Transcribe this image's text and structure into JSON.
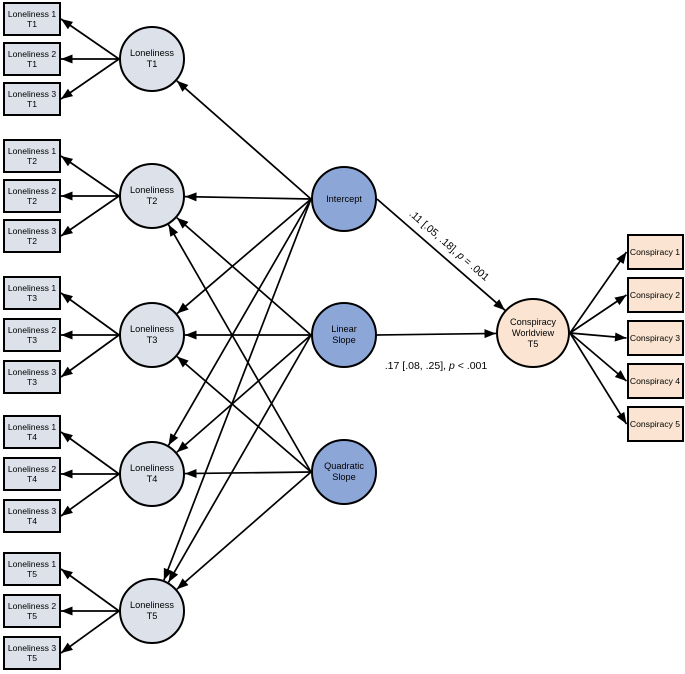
{
  "colors": {
    "loneliness_fill": "#dce1ea",
    "growth_fill": "#8da6d8",
    "conspiracy_fill": "#fbe5d2",
    "stroke": "#000000",
    "background": "#ffffff"
  },
  "loneliness_groups": [
    {
      "time": "T1",
      "factor": {
        "id": "lonT1",
        "label": [
          "Loneliness",
          "T1"
        ]
      },
      "indicators": [
        {
          "id": "b1t1",
          "label": [
            "Loneliness 1",
            "T1"
          ]
        },
        {
          "id": "b2t1",
          "label": [
            "Loneliness 2",
            "T1"
          ]
        },
        {
          "id": "b3t1",
          "label": [
            "Loneliness 3",
            "T1"
          ]
        }
      ]
    },
    {
      "time": "T2",
      "factor": {
        "id": "lonT2",
        "label": [
          "Loneliness",
          "T2"
        ]
      },
      "indicators": [
        {
          "id": "b1t2",
          "label": [
            "Loneliness 1",
            "T2"
          ]
        },
        {
          "id": "b2t2",
          "label": [
            "Loneliness 2",
            "T2"
          ]
        },
        {
          "id": "b3t2",
          "label": [
            "Loneliness 3",
            "T2"
          ]
        }
      ]
    },
    {
      "time": "T3",
      "factor": {
        "id": "lonT3",
        "label": [
          "Loneliness",
          "T3"
        ]
      },
      "indicators": [
        {
          "id": "b1t3",
          "label": [
            "Loneliness 1",
            "T3"
          ]
        },
        {
          "id": "b2t3",
          "label": [
            "Loneliness 2",
            "T3"
          ]
        },
        {
          "id": "b3t3",
          "label": [
            "Loneliness 3",
            "T3"
          ]
        }
      ]
    },
    {
      "time": "T4",
      "factor": {
        "id": "lonT4",
        "label": [
          "Loneliness",
          "T4"
        ]
      },
      "indicators": [
        {
          "id": "b1t4",
          "label": [
            "Loneliness 1",
            "T4"
          ]
        },
        {
          "id": "b2t4",
          "label": [
            "Loneliness 2",
            "T4"
          ]
        },
        {
          "id": "b3t4",
          "label": [
            "Loneliness 3",
            "T4"
          ]
        }
      ]
    },
    {
      "time": "T5",
      "factor": {
        "id": "lonT5",
        "label": [
          "Loneliness",
          "T5"
        ]
      },
      "indicators": [
        {
          "id": "b1t5",
          "label": [
            "Loneliness 1",
            "T5"
          ]
        },
        {
          "id": "b2t5",
          "label": [
            "Loneliness 2",
            "T5"
          ]
        },
        {
          "id": "b3t5",
          "label": [
            "Loneliness 3",
            "T5"
          ]
        }
      ]
    }
  ],
  "growth_factors": [
    {
      "id": "intercept",
      "label": [
        "Intercept"
      ]
    },
    {
      "id": "linear",
      "label": [
        "Linear",
        "Slope"
      ]
    },
    {
      "id": "quadratic",
      "label": [
        "Quadratic",
        "Slope"
      ]
    }
  ],
  "outcome_factor": {
    "id": "conspiracy",
    "label": [
      "Conspiracy",
      "Worldview",
      "T5"
    ]
  },
  "outcome_indicators": [
    {
      "id": "c1",
      "label": [
        "Conspiracy 1"
      ]
    },
    {
      "id": "c2",
      "label": [
        "Conspiracy 2"
      ]
    },
    {
      "id": "c3",
      "label": [
        "Conspiracy 3"
      ]
    },
    {
      "id": "c4",
      "label": [
        "Conspiracy 4"
      ]
    },
    {
      "id": "c5",
      "label": [
        "Conspiracy 5"
      ]
    }
  ],
  "path_labels": {
    "intercept_to_conspiracy": {
      "prefix": ".11 [.05, .18], ",
      "p": "p",
      "suffix": " = .001"
    },
    "linear_to_conspiracy": {
      "prefix": ".17 [.08, .25], ",
      "p": "p",
      "suffix": " < .001"
    }
  },
  "edges": {
    "measurement": [
      [
        "lonT1",
        "b1t1"
      ],
      [
        "lonT1",
        "b2t1"
      ],
      [
        "lonT1",
        "b3t1"
      ],
      [
        "lonT2",
        "b1t2"
      ],
      [
        "lonT2",
        "b2t2"
      ],
      [
        "lonT2",
        "b3t2"
      ],
      [
        "lonT3",
        "b1t3"
      ],
      [
        "lonT3",
        "b2t3"
      ],
      [
        "lonT3",
        "b3t3"
      ],
      [
        "lonT4",
        "b1t4"
      ],
      [
        "lonT4",
        "b2t4"
      ],
      [
        "lonT4",
        "b3t4"
      ],
      [
        "lonT5",
        "b1t5"
      ],
      [
        "lonT5",
        "b2t5"
      ],
      [
        "lonT5",
        "b3t5"
      ]
    ],
    "growth": [
      [
        "intercept",
        "lonT1"
      ],
      [
        "intercept",
        "lonT2"
      ],
      [
        "intercept",
        "lonT3"
      ],
      [
        "intercept",
        "lonT4"
      ],
      [
        "intercept",
        "lonT5"
      ],
      [
        "linear",
        "lonT2"
      ],
      [
        "linear",
        "lonT3"
      ],
      [
        "linear",
        "lonT4"
      ],
      [
        "linear",
        "lonT5"
      ],
      [
        "quadratic",
        "lonT2"
      ],
      [
        "quadratic",
        "lonT3"
      ],
      [
        "quadratic",
        "lonT4"
      ],
      [
        "quadratic",
        "lonT5"
      ]
    ],
    "structural": [
      [
        "intercept",
        "conspiracy",
        "intercept_to_conspiracy"
      ],
      [
        "linear",
        "conspiracy",
        "linear_to_conspiracy"
      ]
    ],
    "outcome": [
      [
        "conspiracy",
        "c1"
      ],
      [
        "conspiracy",
        "c2"
      ],
      [
        "conspiracy",
        "c3"
      ],
      [
        "conspiracy",
        "c4"
      ],
      [
        "conspiracy",
        "c5"
      ]
    ]
  }
}
